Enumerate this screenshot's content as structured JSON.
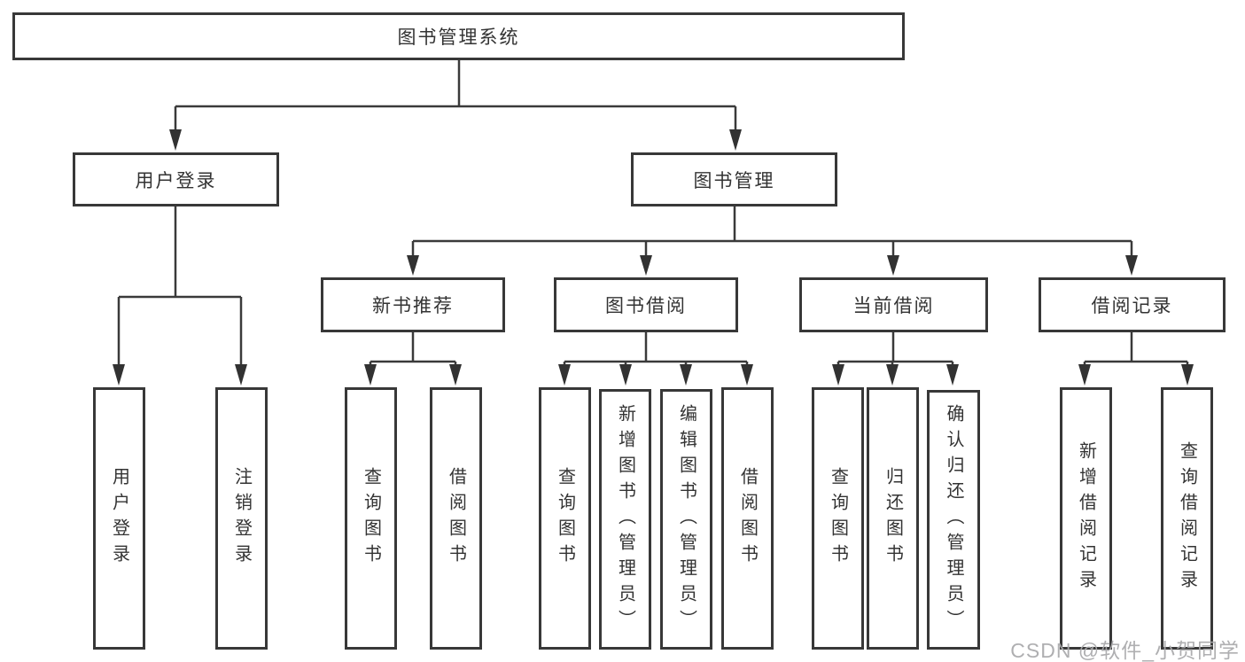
{
  "diagram": {
    "root": {
      "label": "图书管理系统"
    },
    "branches": [
      {
        "label": "用户登录",
        "children": [
          {
            "label": "用户登录"
          },
          {
            "label": "注销登录"
          }
        ]
      },
      {
        "label": "图书管理",
        "sections": [
          {
            "label": "新书推荐",
            "children": [
              {
                "label": "查询图书"
              },
              {
                "label": "借阅图书"
              }
            ]
          },
          {
            "label": "图书借阅",
            "children": [
              {
                "label": "查询图书"
              },
              {
                "label": "新增图书（管理员）"
              },
              {
                "label": "编辑图书（管理员）"
              },
              {
                "label": "借阅图书"
              }
            ]
          },
          {
            "label": "当前借阅",
            "children": [
              {
                "label": "查询图书"
              },
              {
                "label": "归还图书"
              },
              {
                "label": "确认归还（管理员）"
              }
            ]
          },
          {
            "label": "借阅记录",
            "children": [
              {
                "label": "新增借阅记录"
              },
              {
                "label": "查询借阅记录"
              }
            ]
          }
        ]
      }
    ],
    "watermark": "CSDN @软件_小贺同学",
    "colors": {
      "line": "#3a3a3a",
      "border": "#383838",
      "text": "#333333",
      "background": "#ffffff",
      "watermark": "#a8a8aa"
    }
  }
}
